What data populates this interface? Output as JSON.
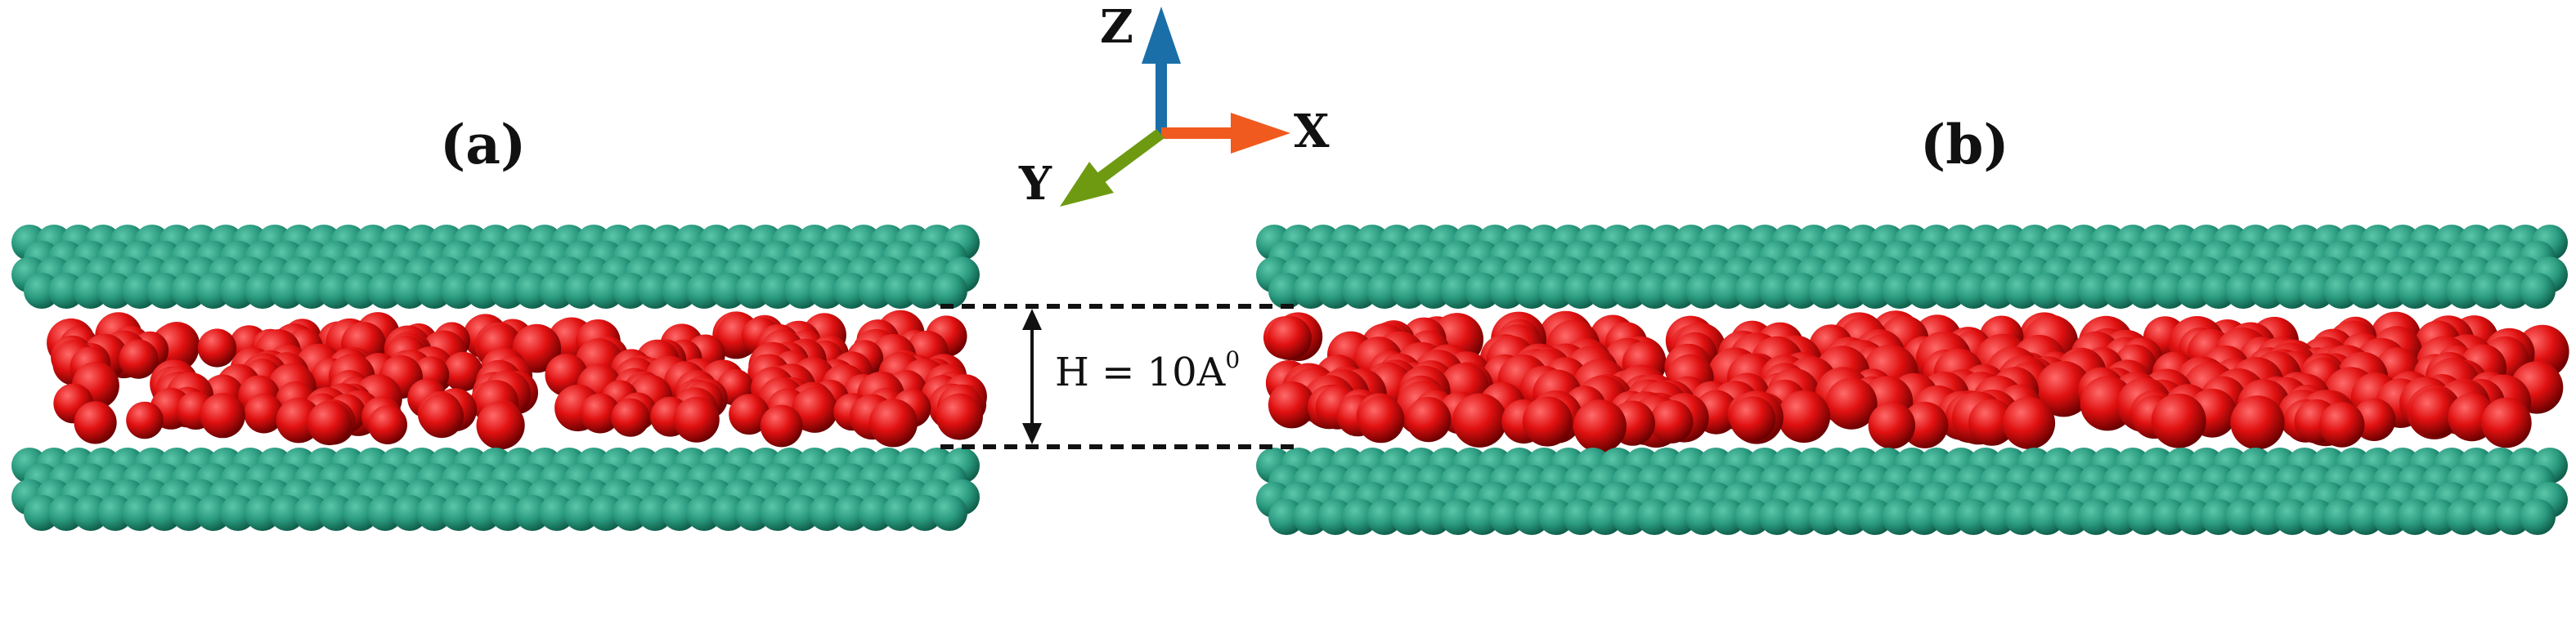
{
  "panels": [
    {
      "label": "(a)"
    },
    {
      "label": "(b)"
    }
  ],
  "axes": {
    "z": "Z",
    "x": "X",
    "y": "Y"
  },
  "gap": {
    "text": "H = 10A",
    "superscript": "0"
  },
  "colors": {
    "wall": "#2a9a7f",
    "wall_dark": "#0f5e4b",
    "wall_light": "#5cc7aa",
    "fluid": "#e01010",
    "fluid_dark": "#6a0000",
    "fluid_light": "#ff6a6a",
    "z_axis": "#1a6fa8",
    "x_axis": "#f05a1e",
    "y_axis": "#6e9a12"
  }
}
